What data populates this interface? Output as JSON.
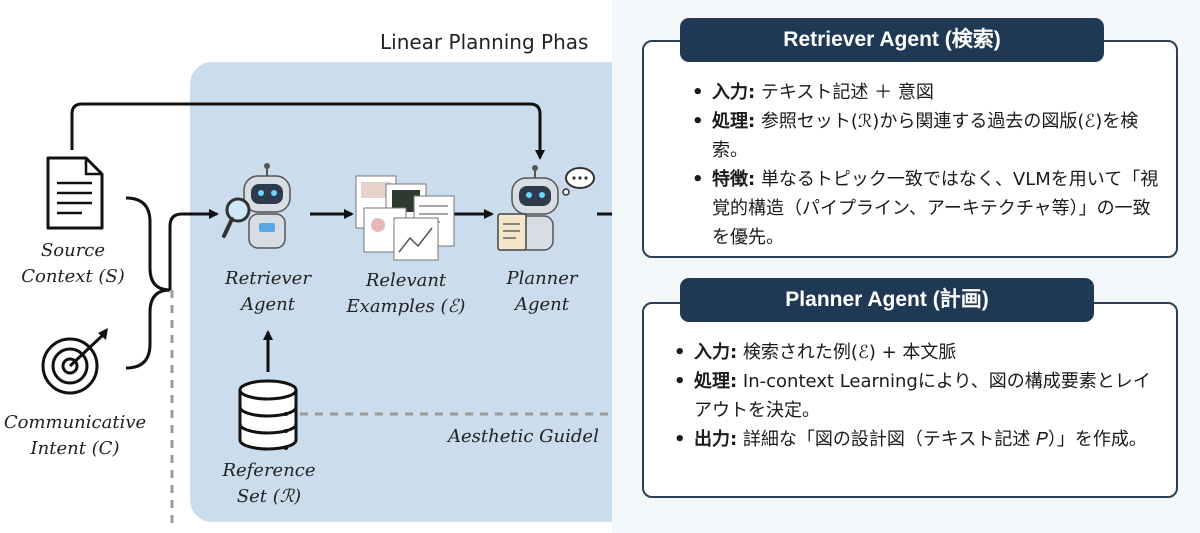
{
  "diagram": {
    "phase_title": "Linear Planning Phas",
    "source_context": {
      "line1": "Source",
      "line2": "Context (𝑆)"
    },
    "communicative_intent": {
      "line1": "Communicative",
      "line2": "Intent (𝐶)"
    },
    "retriever_agent": {
      "line1": "Retriever",
      "line2": "Agent"
    },
    "relevant_examples": {
      "line1": "Relevant",
      "line2": "Examples (ℰ)"
    },
    "planner_agent": {
      "line1": "Planner",
      "line2": "Agent"
    },
    "reference_set": {
      "line1": "Reference",
      "line2": "Set (ℛ)"
    },
    "aesthetic_guidelines": "Aesthetic Guidel"
  },
  "cards": {
    "retriever": {
      "title": "Retriever Agent (検索)",
      "items": [
        {
          "label": "入力:",
          "text": " テキスト記述 ＋ 意図"
        },
        {
          "label": "処理:",
          "text": " 参照セット(ℛ)から関連する過去の図版(ℰ)を検索。"
        },
        {
          "label": "特徴:",
          "text": " 単なるトピック一致ではなく、VLMを用いて「視覚的構造（パイプライン、アーキテクチャ等）」の一致を優先。"
        }
      ]
    },
    "planner": {
      "title": "Planner Agent (計画)",
      "items": [
        {
          "label": "入力:",
          "text": " 検索された例(ℰ) + 本文脈"
        },
        {
          "label": "処理:",
          "text": " In-context Learningにより、図の構成要素とレイアウトを決定。"
        },
        {
          "label": "出力:",
          "text": " 詳細な「図の設計図（テキスト記述 𝑃）」を作成。"
        }
      ]
    }
  }
}
